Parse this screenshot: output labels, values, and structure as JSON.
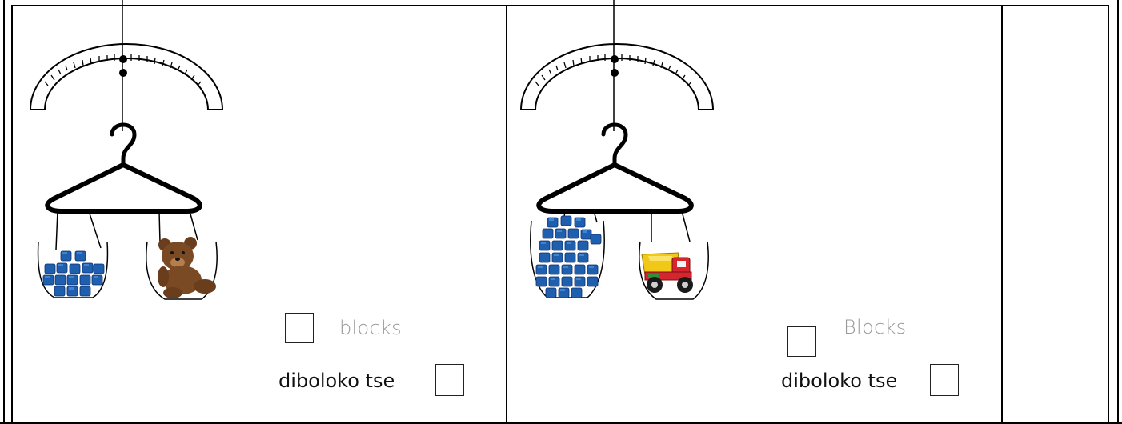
{
  "panels": [
    {
      "unit_label": "blocks",
      "counting_label": "diboloko tse",
      "left_pan_icon": "blue-cubes-pile",
      "right_pan_icon": "teddy-bear"
    },
    {
      "unit_label": "Blocks",
      "counting_label": "diboloko tse",
      "left_pan_icon": "blue-cubes-pile",
      "right_pan_icon": "toy-dump-truck"
    }
  ],
  "colors": {
    "cube_blue": "#1f5fb0",
    "cube_blue_light": "#4d8fd8",
    "bear_brown": "#7a4a24",
    "truck_yellow": "#f2c818",
    "truck_red": "#d5262e",
    "truck_green": "#2f8f3a",
    "line": "#000000",
    "gray_text": "#9a9a9a"
  }
}
